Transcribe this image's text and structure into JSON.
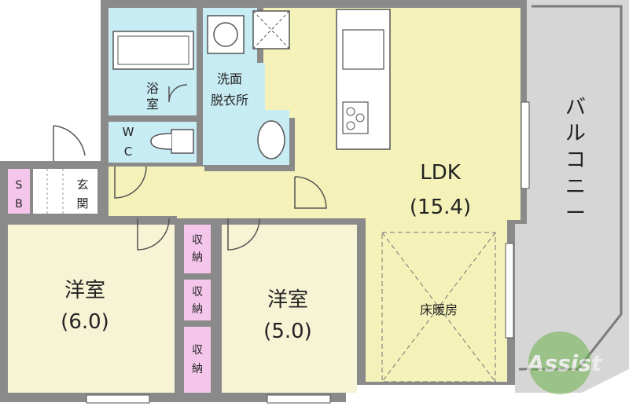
{
  "rooms": {
    "ldk": {
      "name": "LDK",
      "size": "(15.4)"
    },
    "western1": {
      "name": "洋室",
      "size": "(6.0)"
    },
    "western2": {
      "name": "洋室",
      "size": "(5.0)"
    },
    "bath": {
      "line1": "浴",
      "line2": "室"
    },
    "washroom": {
      "line1": "洗面",
      "line2": "脱衣所"
    },
    "wc": {
      "line1": "W",
      "line2": "C"
    },
    "entrance": {
      "line1": "玄",
      "line2": "関"
    },
    "sb": {
      "line1": "S",
      "line2": "B"
    },
    "closet1": {
      "line1": "収",
      "line2": "納"
    },
    "closet2": {
      "line1": "収",
      "line2": "納"
    },
    "closet3": {
      "line1": "収",
      "line2": "納"
    },
    "floor_heating": "床暖房",
    "balcony": [
      "バ",
      "ル",
      "コ",
      "ニ",
      "ー"
    ]
  },
  "logo": {
    "text": "Assist"
  },
  "colors": {
    "wall": "#7a7a7a",
    "room": "#f7f3d5",
    "ldk": "#f4f2b8",
    "wet": "#c8ecf4",
    "closet": "#f5c6ec",
    "balcony": "#d6d6d6"
  }
}
